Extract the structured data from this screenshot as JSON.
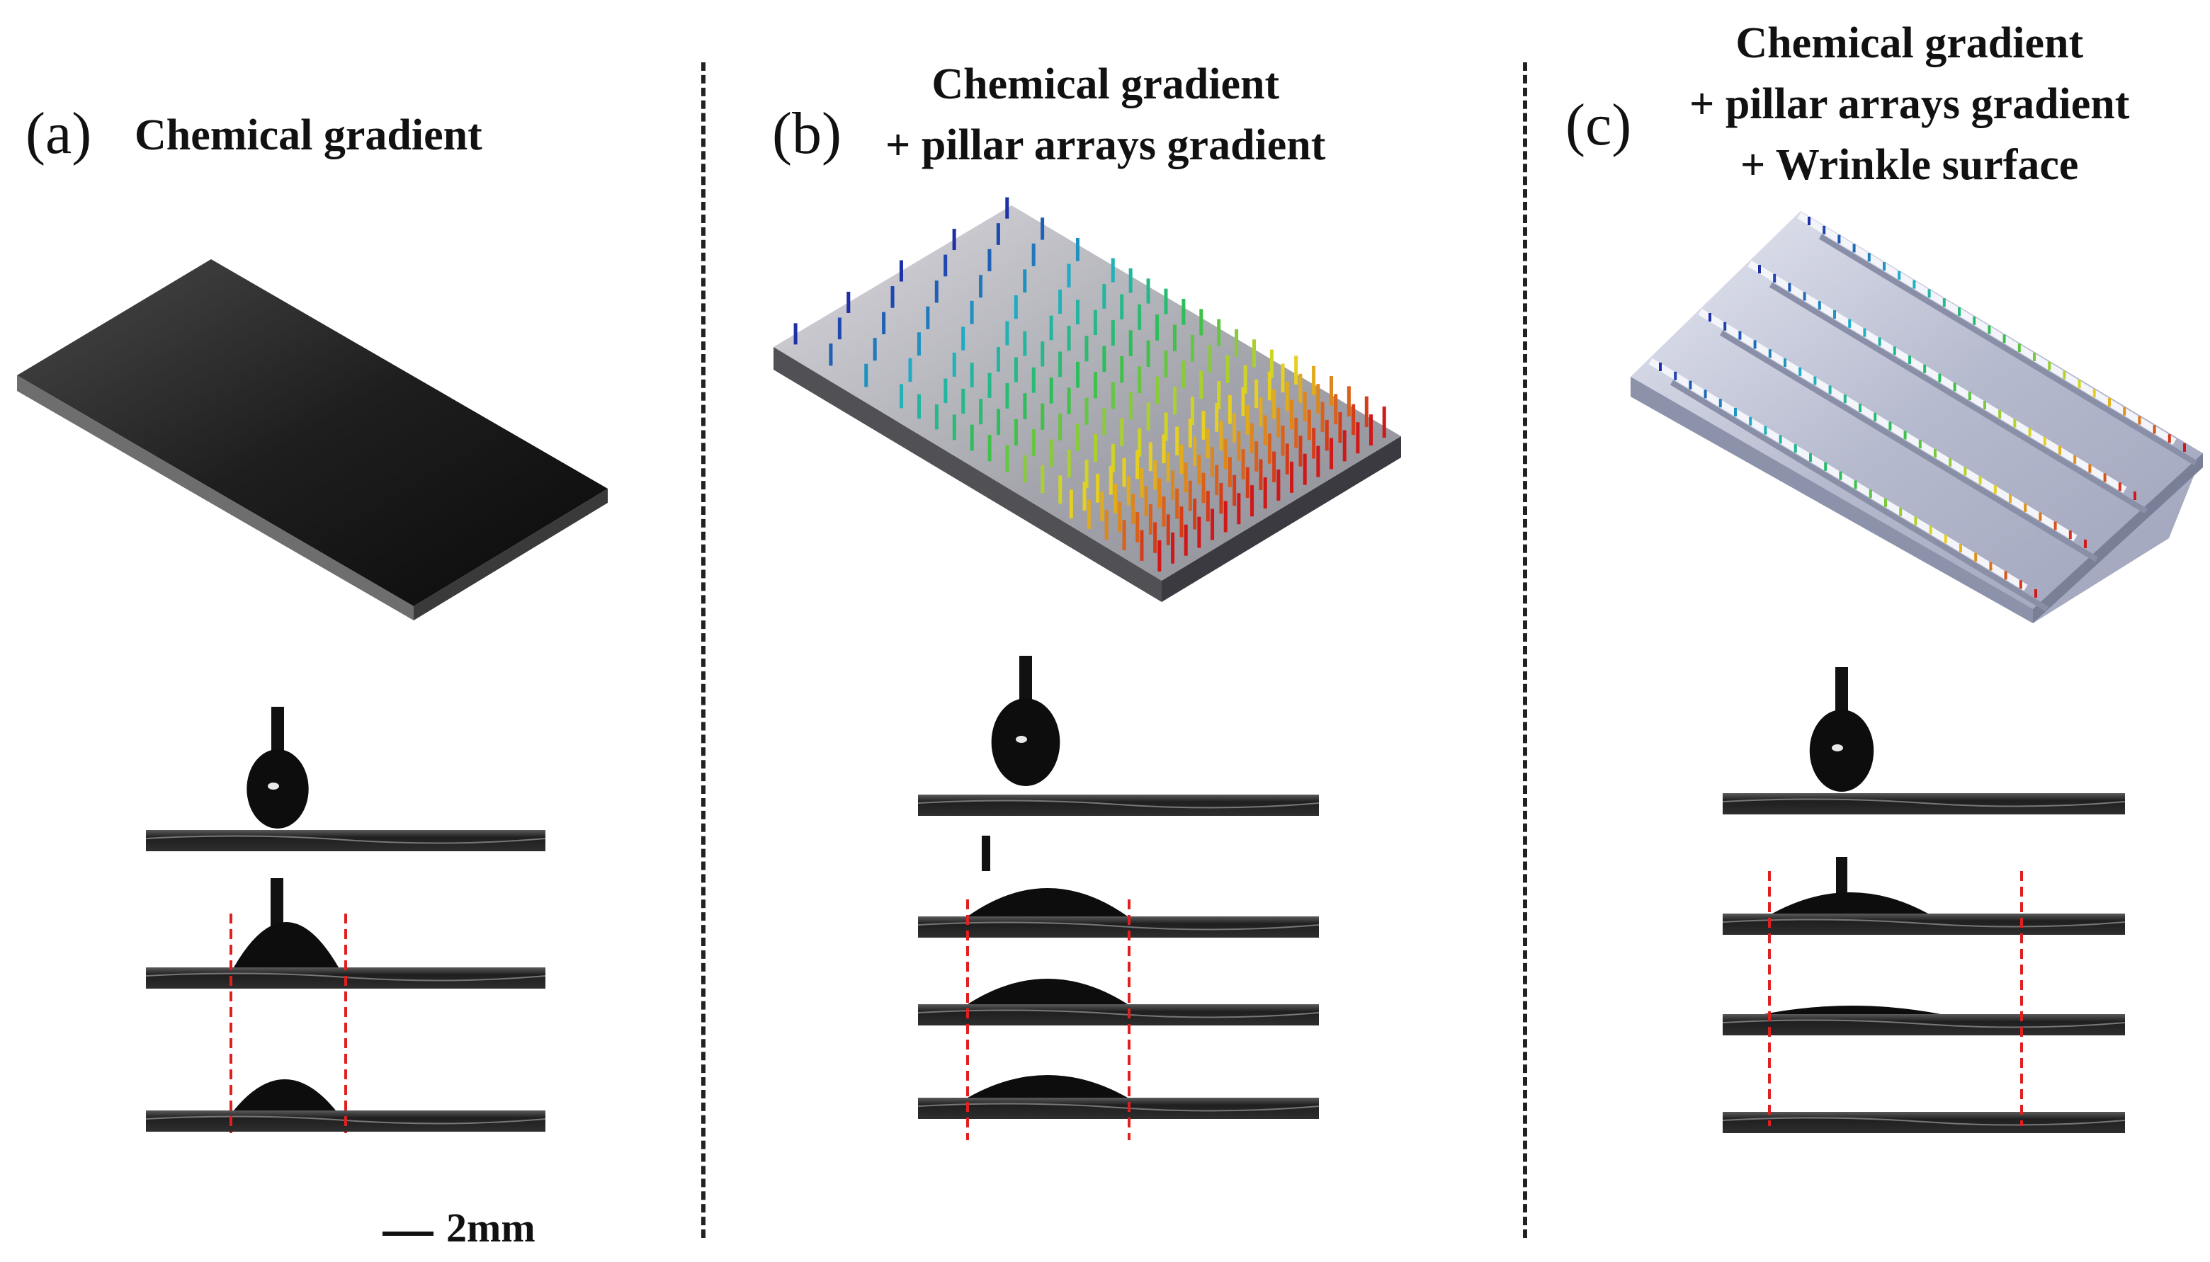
{
  "panels": {
    "a": {
      "tag": "(a)",
      "title_lines": [
        "Chemical gradient"
      ]
    },
    "b": {
      "tag": "(b)",
      "title_lines": [
        "Chemical gradient",
        "+ pillar arrays gradient"
      ]
    },
    "c": {
      "tag": "(c)",
      "title_lines": [
        "Chemical gradient",
        "+ pillar arrays gradient",
        "+ Wrinkle surface"
      ]
    }
  },
  "scale_bar": {
    "label": "2mm"
  },
  "colors": {
    "pillar_gradient": [
      "#1f2fa8",
      "#1fb0c8",
      "#2fbf4f",
      "#e8d81f",
      "#d01818"
    ],
    "marker_line": "#e02020",
    "substrate_dark": "#1a1a1a"
  }
}
